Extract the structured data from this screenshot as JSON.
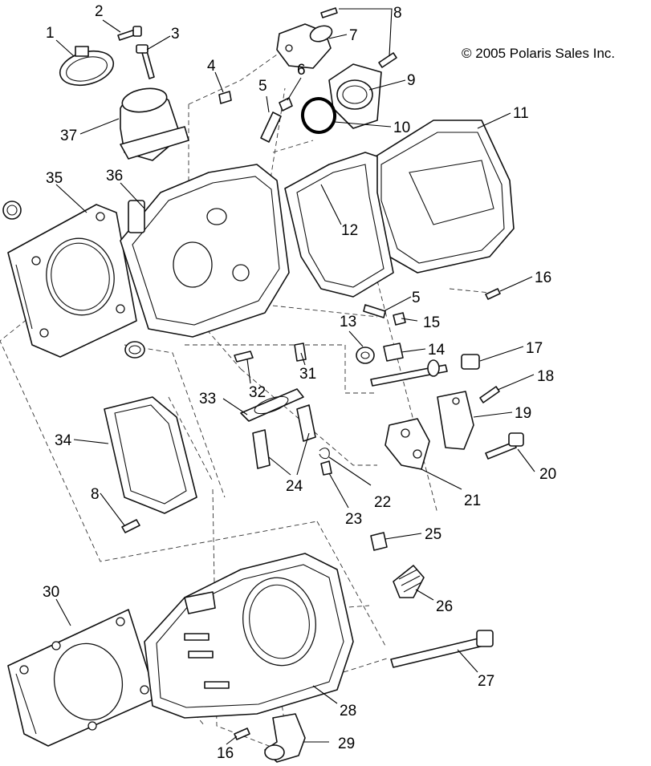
{
  "copyright": "© 2005 Polaris Sales Inc.",
  "callouts": [
    {
      "label": "1"
    },
    {
      "label": "2"
    },
    {
      "label": "3"
    },
    {
      "label": "37"
    },
    {
      "label": "4"
    },
    {
      "label": "5"
    },
    {
      "label": "6"
    },
    {
      "label": "7"
    },
    {
      "label": "8"
    },
    {
      "label": "9"
    },
    {
      "label": "10"
    },
    {
      "label": "11"
    },
    {
      "label": "35"
    },
    {
      "label": "36"
    },
    {
      "label": "12"
    },
    {
      "label": "16"
    },
    {
      "label": "5"
    },
    {
      "label": "15"
    },
    {
      "label": "13"
    },
    {
      "label": "14"
    },
    {
      "label": "17"
    },
    {
      "label": "31"
    },
    {
      "label": "32"
    },
    {
      "label": "18"
    },
    {
      "label": "33"
    },
    {
      "label": "19"
    },
    {
      "label": "34"
    },
    {
      "label": "24"
    },
    {
      "label": "20"
    },
    {
      "label": "8"
    },
    {
      "label": "22"
    },
    {
      "label": "23"
    },
    {
      "label": "21"
    },
    {
      "label": "25"
    },
    {
      "label": "30"
    },
    {
      "label": "26"
    },
    {
      "label": "27"
    },
    {
      "label": "28"
    },
    {
      "label": "16"
    },
    {
      "label": "29"
    }
  ]
}
